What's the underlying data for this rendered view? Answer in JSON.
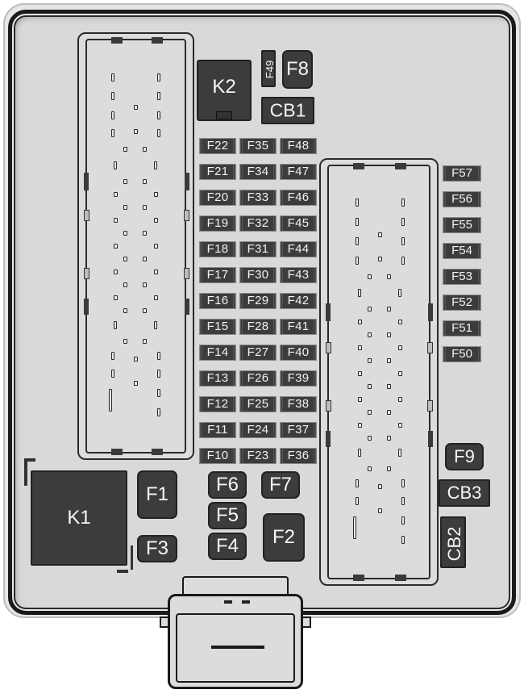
{
  "diagram": {
    "type": "fuse-box-layout",
    "relays": [
      {
        "id": "K1",
        "label": "K1"
      },
      {
        "id": "K2",
        "label": "K2"
      }
    ],
    "circuit_breakers": [
      {
        "id": "CB1",
        "label": "CB1"
      },
      {
        "id": "CB2",
        "label": "CB2"
      },
      {
        "id": "CB3",
        "label": "CB3"
      }
    ],
    "large_fuses": {
      "F1": "F1",
      "F2": "F2",
      "F3": "F3",
      "F4": "F4",
      "F5": "F5",
      "F6": "F6",
      "F7": "F7",
      "F8": "F8",
      "F9": "F9"
    },
    "small_fuse_F49": "F49",
    "center_grid": {
      "columns": [
        [
          "F22",
          "F21",
          "F20",
          "F19",
          "F18",
          "F17",
          "F16",
          "F15",
          "F14",
          "F13",
          "F12",
          "F11",
          "F10"
        ],
        [
          "F35",
          "F34",
          "F33",
          "F32",
          "F31",
          "F30",
          "F29",
          "F28",
          "F27",
          "F26",
          "F25",
          "F24",
          "F23"
        ],
        [
          "F48",
          "F47",
          "F46",
          "F45",
          "F44",
          "F43",
          "F42",
          "F41",
          "F40",
          "F39",
          "F38",
          "F37",
          "F36"
        ]
      ]
    },
    "right_column": [
      "F57",
      "F56",
      "F55",
      "F54",
      "F53",
      "F52",
      "F51",
      "F50"
    ],
    "colors": {
      "background": "#d9d9d9",
      "component_fill": "#3c3c3c",
      "label_text": "#f5f5f5",
      "outline": "#1a1a1a"
    }
  }
}
